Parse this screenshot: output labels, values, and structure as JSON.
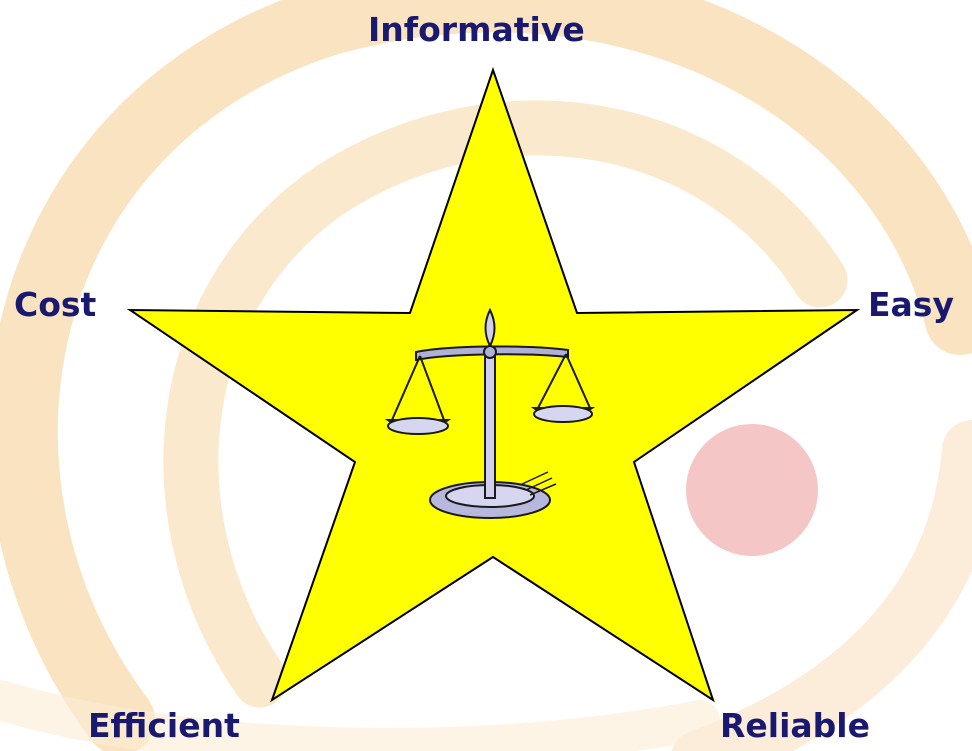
{
  "diagram": {
    "labels": {
      "top": "Informative",
      "left": "Cost",
      "right": "Easy",
      "bottom_left": "Efficient",
      "bottom_right": "Reliable"
    },
    "center_icon": "balance-scale-icon"
  },
  "colors": {
    "star_fill": "#ffff00",
    "star_stroke": "#000000",
    "label_text": "#191970",
    "background_swirl": "#f6d6a3",
    "background_circle": "#f3bcbc"
  }
}
